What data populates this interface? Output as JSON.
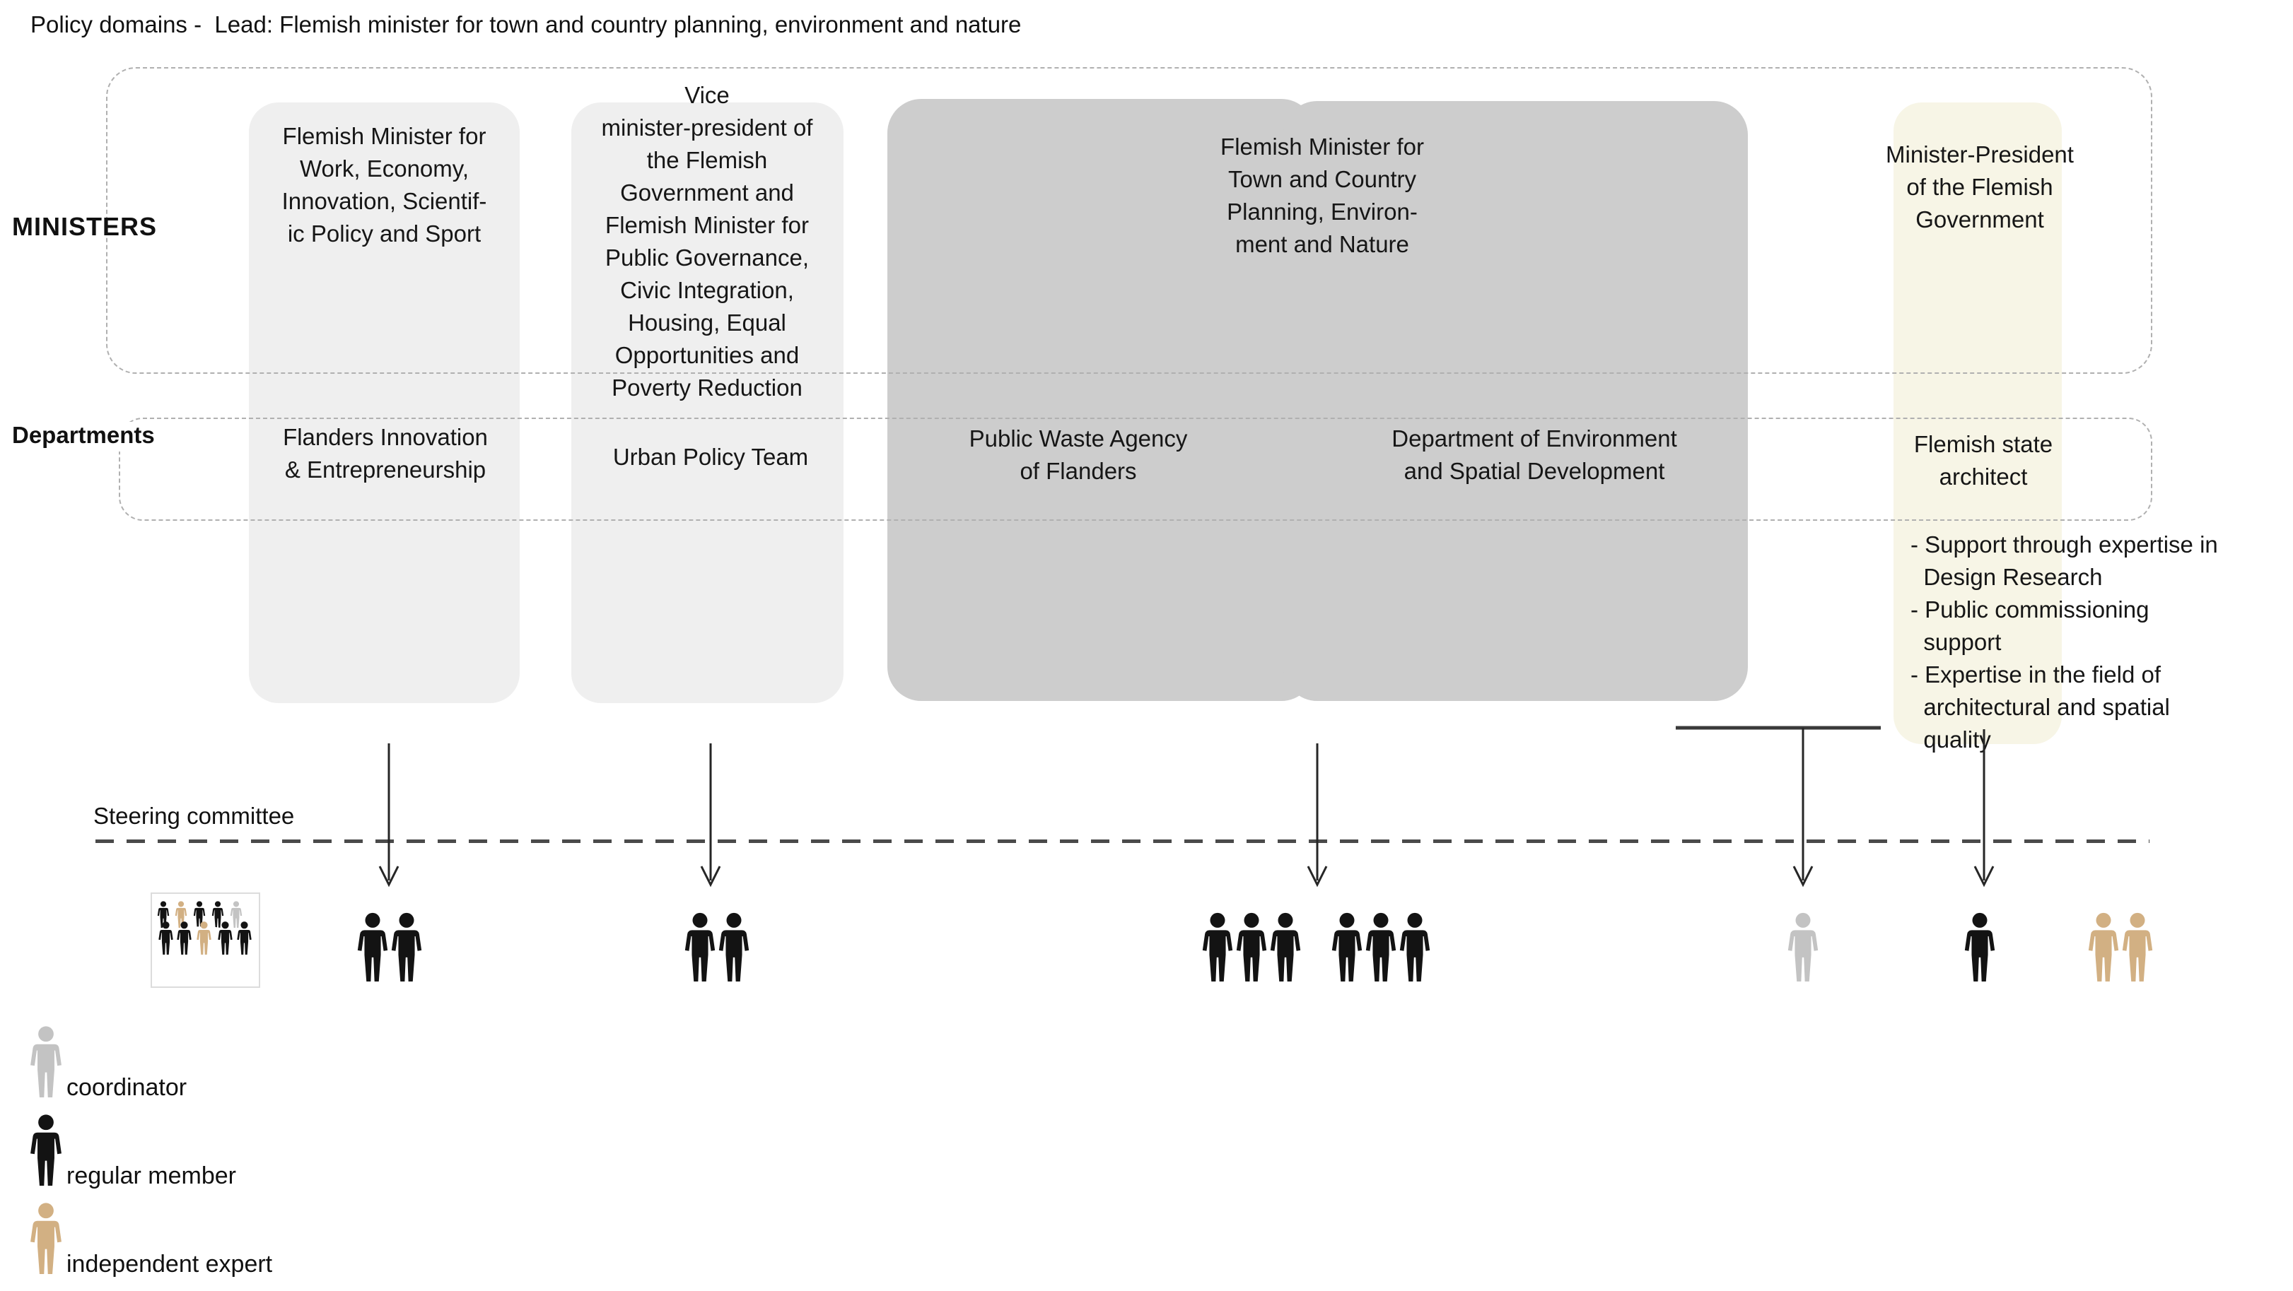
{
  "title": "Policy domains -  Lead: Flemish minister for town and country planning, environment and nature",
  "row_labels": {
    "ministers": "MINISTERS",
    "departments": "Departments"
  },
  "ministers": [
    {
      "name": "Flemish Minister for\nWork, Economy,\nInnovation, Scientif-\nic Policy and Sport"
    },
    {
      "name": "Vice\nminister-president of\nthe Flemish\nGovernment and\nFlemish Minister for\nPublic Governance,\nCivic Integration,\nHousing, Equal\nOpportunities and\nPoverty Reduction"
    },
    {
      "name": "Flemish Minister for\nTown and Country\nPlanning, Environ-\nment and Nature"
    },
    {
      "name": "Minister-President\nof the Flemish\nGovernment"
    }
  ],
  "departments": [
    {
      "name": "Flanders Innovation\n& Entrepreneurship"
    },
    {
      "name": "Urban Policy Team"
    },
    {
      "name": "Public Waste Agency\nof Flanders"
    },
    {
      "name": "Department of Environment\nand Spatial Development"
    },
    {
      "name": "Flemish state\narchitect",
      "notes": "- Support through expertise in\n  Design Research\n- Public commissioning\n  support\n- Expertise in the field of\n  architectural and spatial\n  quality"
    }
  ],
  "steering": {
    "label": "Steering committee"
  },
  "legend": [
    {
      "role": "coordinator",
      "color_key": "coordinator"
    },
    {
      "role": "regular member",
      "color_key": "member"
    },
    {
      "role": "independent expert",
      "color_key": "expert"
    }
  ],
  "figures": {
    "groups": [
      {
        "count": 2,
        "color_key": "member"
      },
      {
        "count": 2,
        "color_key": "member"
      },
      {
        "count": 3,
        "color_key": "member"
      },
      {
        "count": 3,
        "color_key": "member"
      },
      {
        "count": 1,
        "color_key": "coordinator"
      },
      {
        "count": 1,
        "color_key": "member"
      },
      {
        "count": 2,
        "color_key": "expert"
      }
    ],
    "committee": {
      "top": [
        "member",
        "expert",
        "member",
        "member",
        "coordinator"
      ],
      "bottom": [
        "member",
        "member",
        "expert",
        "member",
        "member"
      ]
    }
  },
  "colors": {
    "coordinator": "#c3c3c3",
    "member": "#131313",
    "expert": "#d2b083",
    "box_light": "#efefef",
    "box_dark": "#cdcdcd",
    "box_cream": "#f7f5e6",
    "dash_border": "#b0b0b0",
    "line": "#3a3a3a"
  }
}
